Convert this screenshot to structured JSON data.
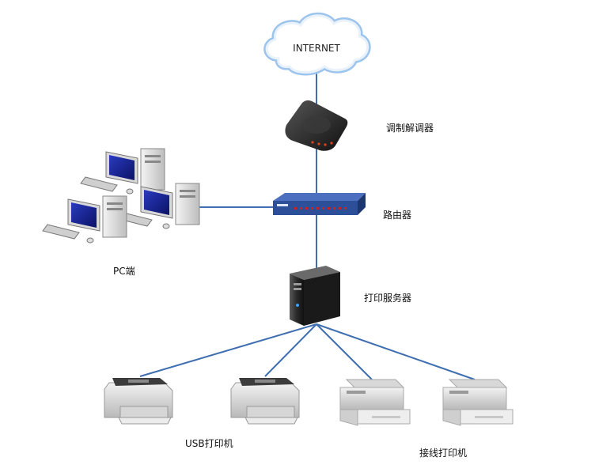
{
  "diagram": {
    "cloud_label": "INTERNET",
    "modem_label": "调制解调器",
    "router_label": "路由器",
    "pc_label": "PC端",
    "print_server_label": "打印服务器",
    "usb_printer_label": "USB打印机",
    "network_printer_label": "接线打印机"
  },
  "colors": {
    "link_line": "#3f6fb0",
    "cloud_outline": "#7fb3e6",
    "router_body": "#2d4f9a",
    "monitor_screen": "#17228c"
  },
  "icons": [
    "cloud-icon",
    "modem-icon",
    "router-icon",
    "pc-icon",
    "server-icon",
    "printer-icon"
  ]
}
